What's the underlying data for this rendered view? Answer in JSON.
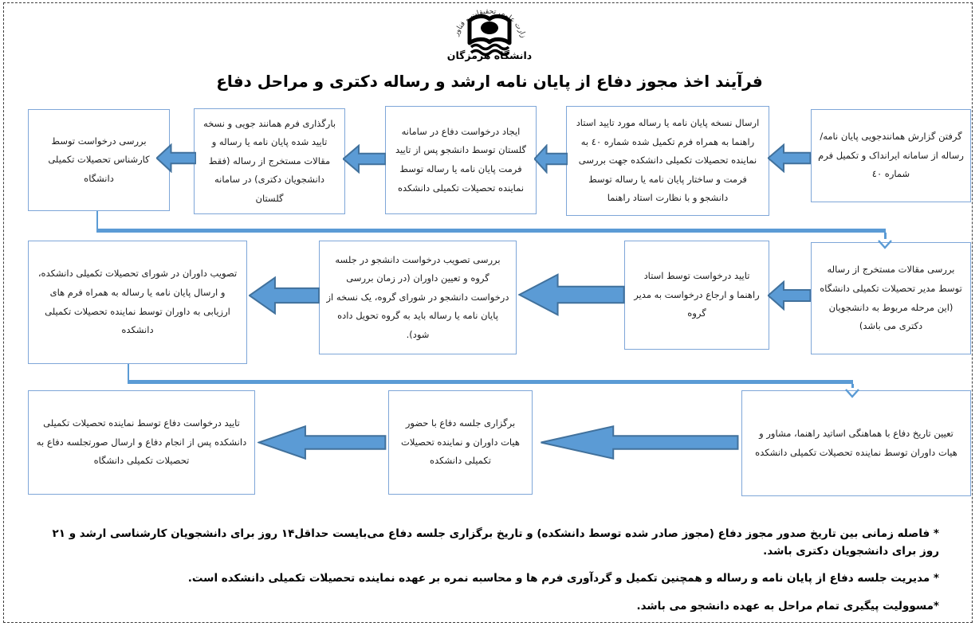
{
  "logo": {
    "arc_text": "وزارت علوم، تحقیقات و فناوری",
    "university_name": "دانشگاه هرمزگان"
  },
  "title": "فرآیند اخذ مجوز دفاع از پایان نامه ارشد و رساله دکتری و مراحل دفاع",
  "flow": {
    "rows": [
      {
        "steps": [
          "گرفتن گزارش همانندجویی پایان نامه/ رساله از سامانه ایرانداک و تکمیل فرم شماره ٤٠",
          "ارسال نسخه پایان نامه یا رساله مورد تایید استاد راهنما به همراه فرم تکمیل شده شماره ٤٠ به نماینده تحصیلات تکمیلی دانشکده جهت بررسی فرمت و ساختار پایان نامه یا رساله توسط دانشجو و با نظارت استاد راهنما",
          "ایجاد درخواست دفاع در سامانه گلستان توسط دانشجو پس از تایید فرمت پایان نامه یا رساله توسط نماینده تحصیلات تکمیلی دانشکده",
          "بارگذاری فرم همانند جویی و نسخه تایید شده پایان نامه یا رساله و مقالات مستخرج از رساله (فقط دانشجویان دکتری) در سامانه گلستان",
          "بررسی درخواست توسط کارشناس تحصیلات تکمیلی دانشگاه"
        ]
      },
      {
        "steps": [
          "بررسی مقالات مستخرج از رساله توسط مدیر تحصیلات تکمیلی دانشگاه (این مرحله مربوط به دانشجویان دکتری می باشد)",
          "تایید درخواست توسط استاد راهنما و ارجاع درخواست به مدیر گروه",
          "بررسی تصویب درخواست دانشجو در جلسه گروه و تعیین داوران (در زمان بررسی درخواست دانشجو در شورای گروه، یک نسخه از پایان نامه یا رساله باید به گروه تحویل داده شود).",
          "تصویب داوران در شورای تحصیلات تکمیلی دانشکده، و ارسال پایان نامه یا رساله به همراه فرم های ارزیابی به داوران توسط نماینده تحصیلات تکمیلی دانشکده"
        ]
      },
      {
        "steps": [
          "تعیین تاریخ دفاع با هماهنگی اساتید راهنما، مشاور و هیات داوران توسط نماینده تحصیلات تکمیلی دانشکده",
          "برگزاری جلسه دفاع با حضور هیات داوران و نماینده تحصیلات تکمیلی دانشکده",
          "تایید درخواست دفاع توسط نماینده تحصیلات تکمیلی دانشکده پس از انجام دفاع و ارسال صورتجلسه دفاع به تحصیلات تکمیلی دانشگاه"
        ]
      }
    ]
  },
  "footnotes": [
    "* فاصله زمانی بین تاریخ صدور مجوز دفاع (مجوز صادر شده توسط دانشکده) و تاریخ برگزاری جلسه دفاع می‌بایست حداقل۱۴ روز برای دانشجویان کارشناسی ارشد و ۲۱ روز برای دانشجویان دکتری باشد.",
    "* مدیریت جلسه دفاع از پایان نامه و رساله و همچنین تکمیل و گردآوری فرم ها و محاسبه نمره بر عهده نماینده تحصیلات تکمیلی دانشکده است.",
    "*مسوولیت پیگیری تمام مراحل به عهده دانشجو می باشد."
  ],
  "icons": {
    "flow_arrow": "block-arrow-left",
    "connector_head": "chevron-down"
  },
  "colors": {
    "accent": "#5B9BD5",
    "arrowstroke": "#41719C",
    "boxborder": "#7EA6D8",
    "ink": "#1a1a1a",
    "dash": "#3c3c3c"
  }
}
